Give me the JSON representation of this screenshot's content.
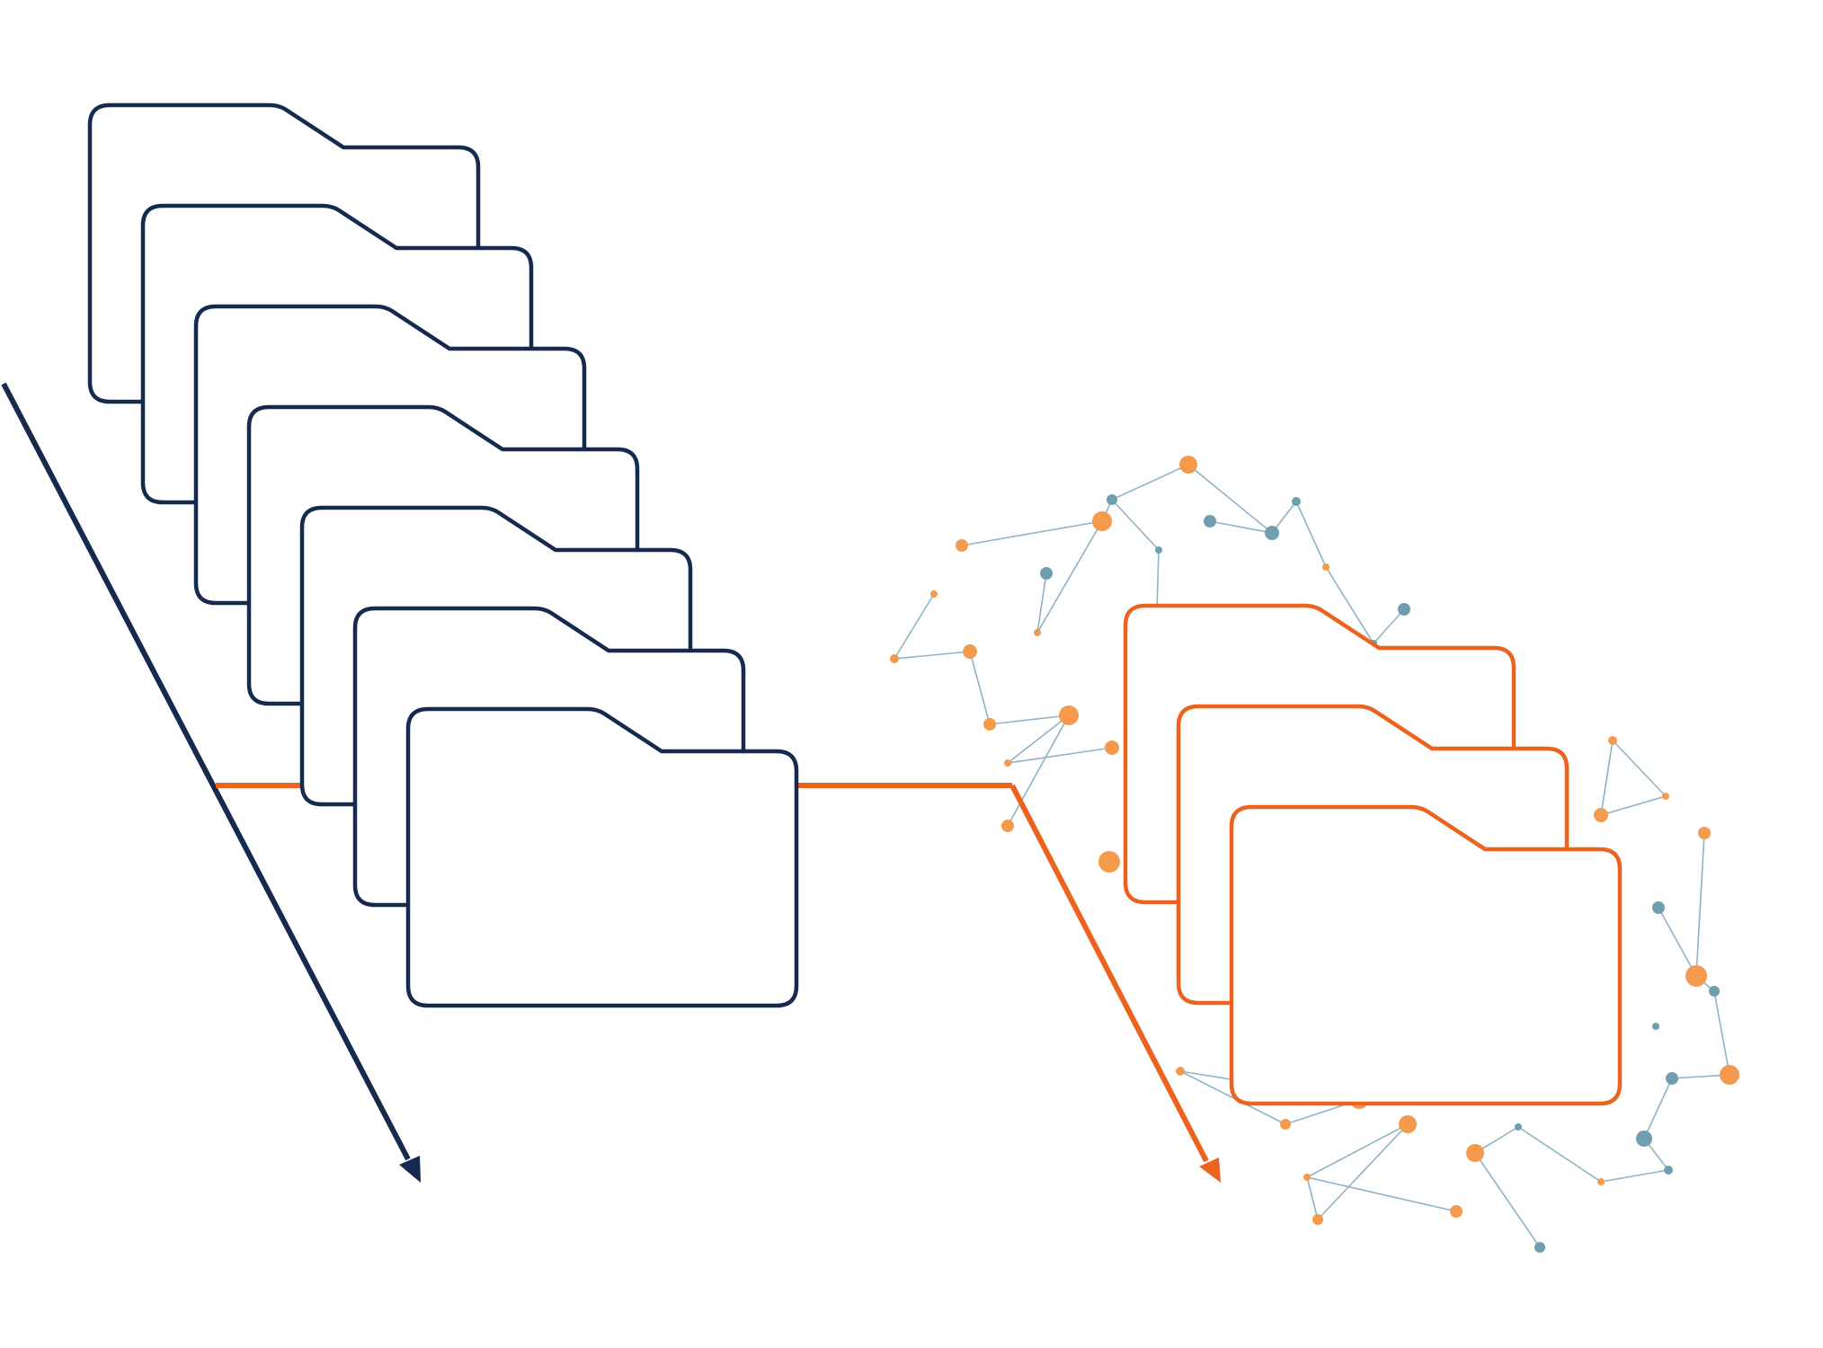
{
  "colors": {
    "navy": "#16294f",
    "orange": "#ec621f",
    "dot_orange": "#f39a4d",
    "dot_teal": "#6f9faf",
    "network_line": "#8fb3c6",
    "background": "#ffffff"
  },
  "left_stack": {
    "folder_count": 7,
    "highlighted_index": 4,
    "outline_color": "navy",
    "highlight_color": "orange",
    "arrow_color": "navy"
  },
  "connector": {
    "color": "orange"
  },
  "right_stack": {
    "folder_count": 3,
    "outline_color": "orange",
    "arrow_color": "orange"
  },
  "network": {
    "dot_colors": [
      "orange",
      "teal"
    ],
    "line_color": "network_line"
  }
}
